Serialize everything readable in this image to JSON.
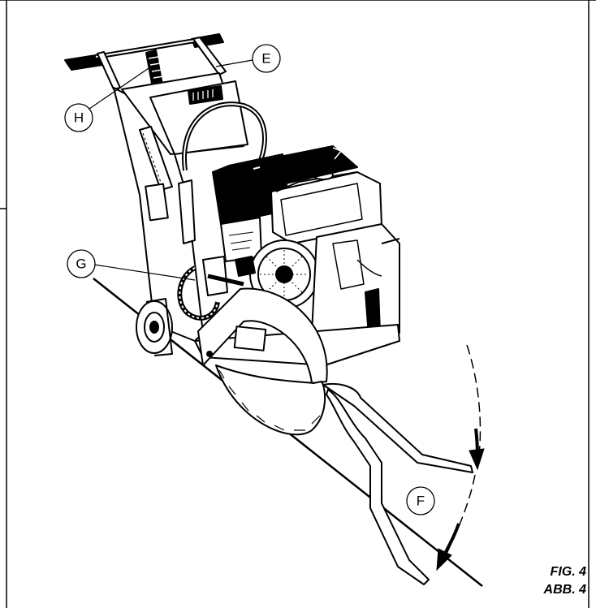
{
  "callouts": {
    "E": "E",
    "H": "H",
    "G": "G",
    "F": "F"
  },
  "figure": {
    "label_en": "FIG. 4",
    "label_de": "ABB. 4"
  }
}
